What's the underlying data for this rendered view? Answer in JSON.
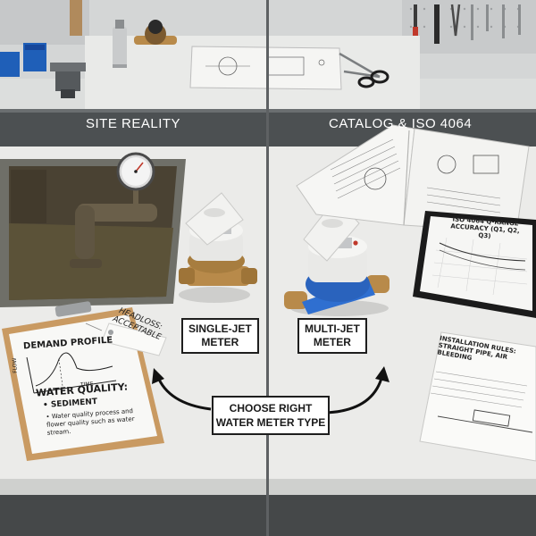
{
  "headers": {
    "left": "SITE REALITY",
    "right": "CATALOG & ISO 4064"
  },
  "meters": {
    "single": {
      "line1": "SINGLE-JET",
      "line2": "METER"
    },
    "multi": {
      "line1": "MULTI-JET",
      "line2": "METER"
    }
  },
  "center": {
    "line1": "CHOOSE RIGHT",
    "line2": "WATER METER TYPE"
  },
  "tag": {
    "line1": "HEADLOSS:",
    "line2": "ACCEPTABLE"
  },
  "clipboard": {
    "demand": "DEMAND PROFILE",
    "time": "TIME",
    "flow": "FLOW",
    "quality": "WATER QUALITY:",
    "sediment": "• SEDIMENT",
    "note": "• Water quality process and flower quality such as water stream."
  },
  "tablet": {
    "line1": "ISO 4064 Q-RANGE",
    "line2": "ACCURACY (Q1, Q2, Q3)"
  },
  "sheet": {
    "line1": "INSTALLATION RULES:",
    "line2": "STRAIGHT PIPE, AIR BLEEDING"
  },
  "colors": {
    "wall": "#d4d6d6",
    "bench": "#ebebe9",
    "pit": "#4a4233",
    "meter_blue": "#2f6fd0",
    "brass": "#b88a4a",
    "clipboard": "#c99a62"
  }
}
